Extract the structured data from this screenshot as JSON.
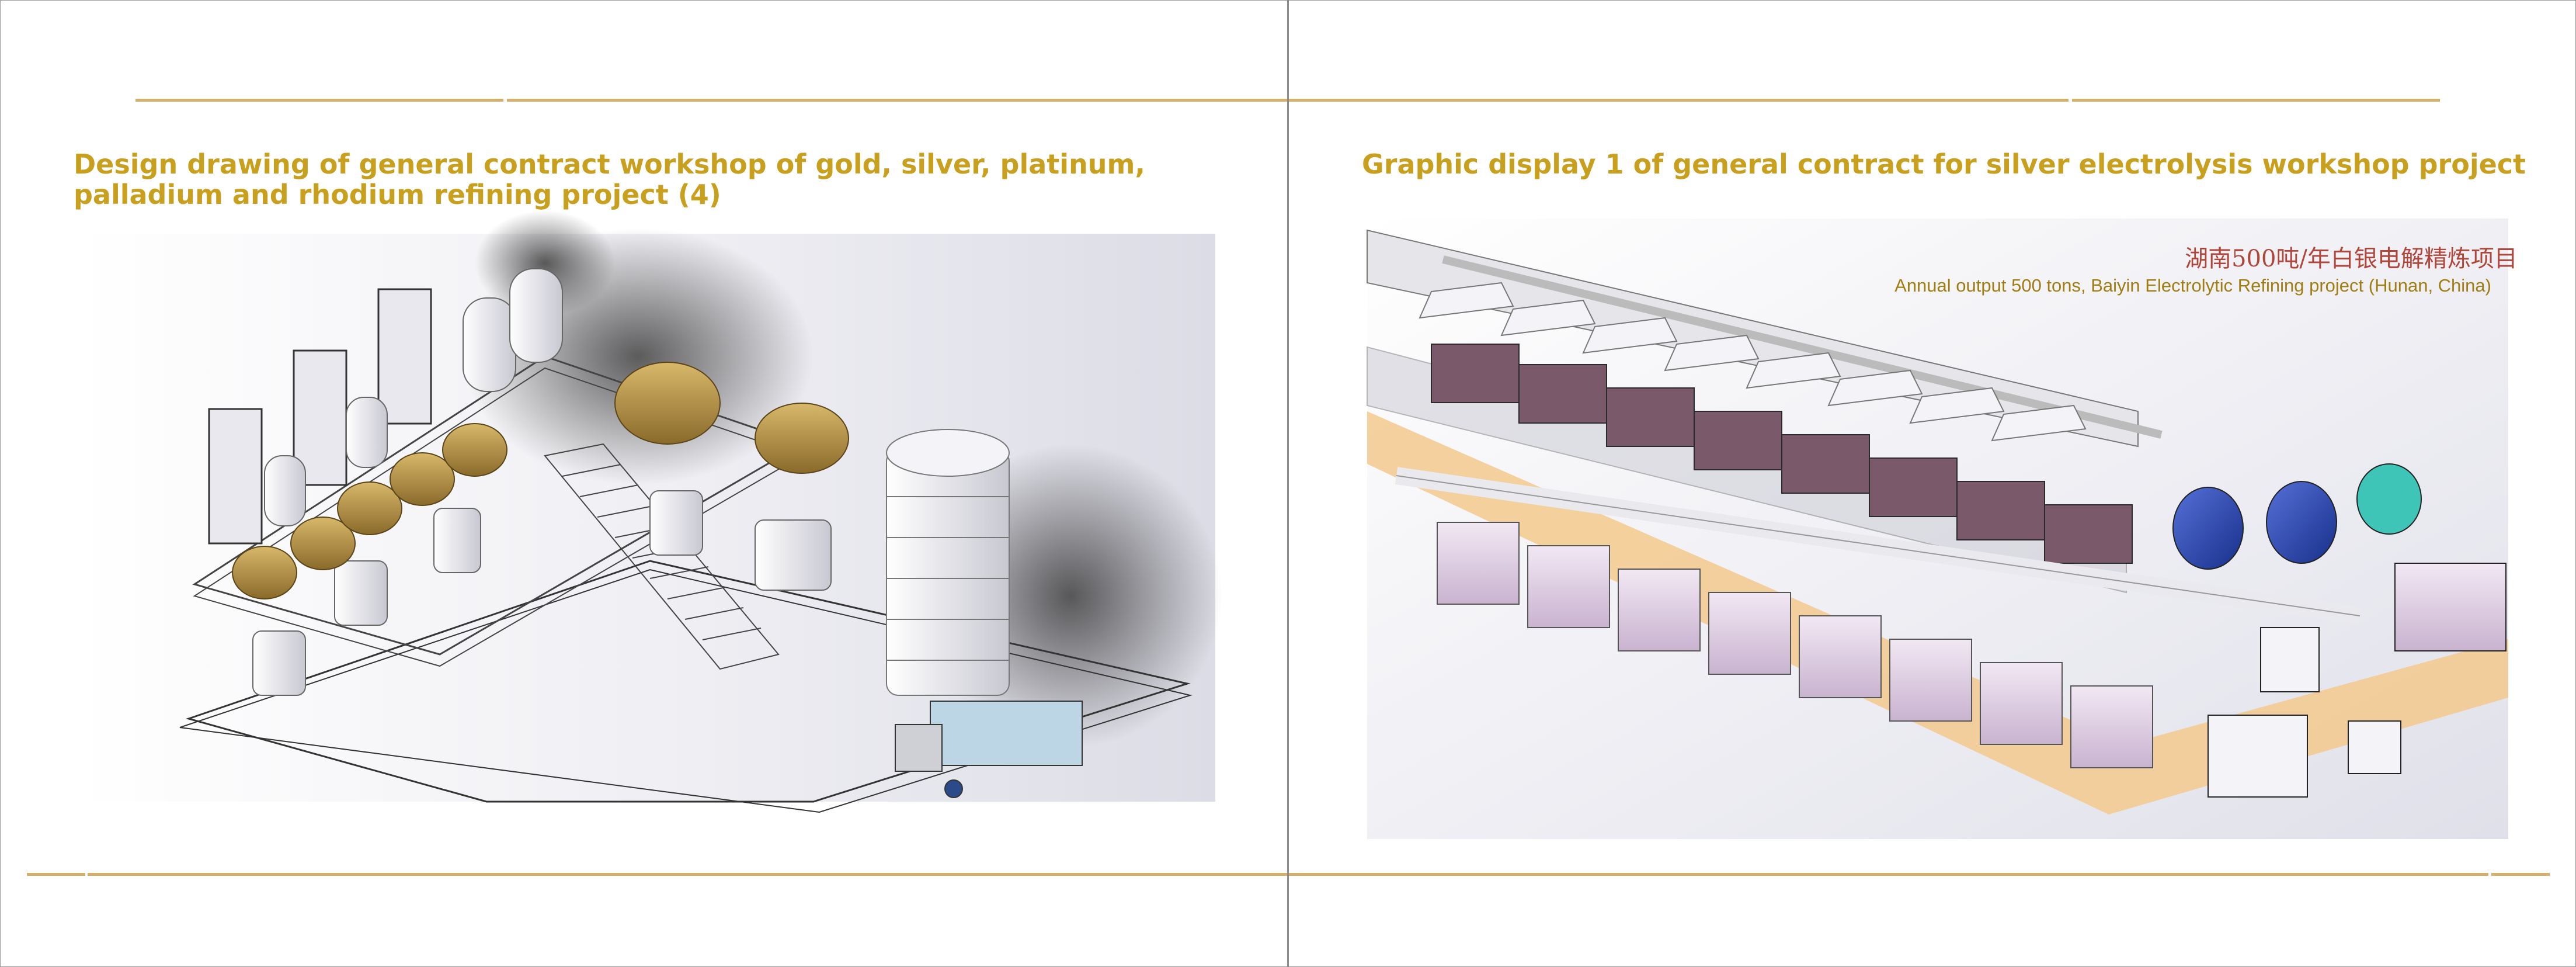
{
  "left_page": {
    "title": "Design drawing of general contract workshop of gold, silver, platinum, palladium and rhodium refining project (4)"
  },
  "right_page": {
    "title": "Graphic display 1 of general contract for silver electrolysis workshop project",
    "image_caption_cn": "湖南500吨/年白银电解精炼项目",
    "image_caption_en": "Annual output 500 tons, Baiyin Electrolytic Refining project (Hunan, China)"
  },
  "colors": {
    "accent_gold": "#c9a01e",
    "rule_gold": "#d4b06a",
    "caption_red": "#b0453a",
    "spine_gray": "#8c8c8c"
  }
}
